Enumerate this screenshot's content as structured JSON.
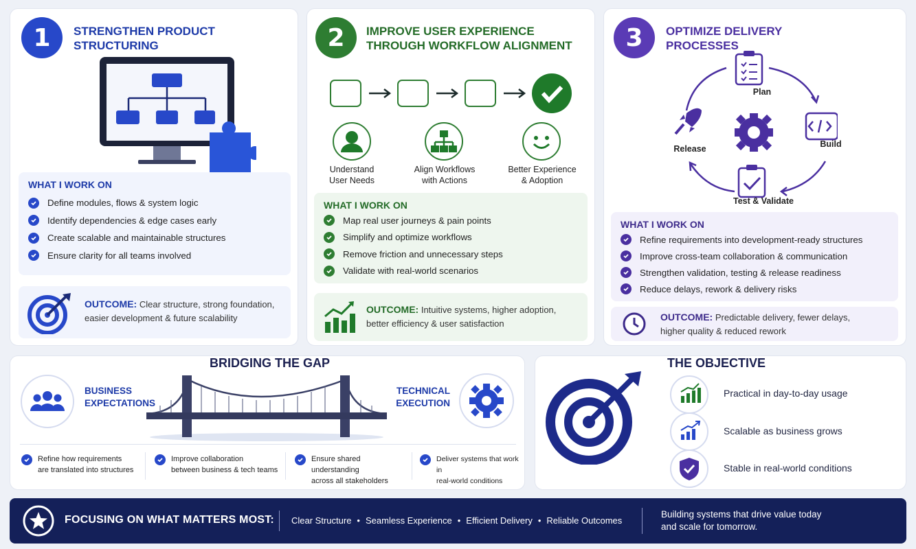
{
  "colors": {
    "blue": "#2748c9",
    "green": "#2e7d32",
    "purple": "#5a3bb5",
    "navy": "#142059"
  },
  "card1": {
    "number": "1",
    "title": "STRENGTHEN PRODUCT\nSTRUCTURING",
    "work_heading": "WHAT I WORK ON",
    "items": [
      "Define modules, flows & system logic",
      "Identify dependencies & edge cases early",
      "Create scalable and maintainable structures",
      "Ensure clarity for all teams involved"
    ],
    "outcome_label": "OUTCOME:",
    "outcome_text": "Clear structure, strong foundation, easier development & future scalability",
    "icons": [
      "monitor-icon",
      "flowchart-icon",
      "puzzle-icon",
      "target-icon"
    ]
  },
  "card2": {
    "number": "2",
    "title": "IMPROVE USER EXPERIENCE\nTHROUGH WORKFLOW ALIGNMENT",
    "steps": [
      "Understand\nUser Needs",
      "Align Workflows\nwith Actions",
      "Better Experience\n& Adoption"
    ],
    "work_heading": "WHAT I WORK ON",
    "items": [
      "Map real user journeys & pain points",
      "Simplify and optimize workflows",
      "Remove friction and unnecessary steps",
      "Validate with real-world scenarios"
    ],
    "outcome_label": "OUTCOME:",
    "outcome_text": "Intuitive systems, higher adoption, better efficiency & user satisfaction",
    "icons": [
      "user-icon",
      "hierarchy-icon",
      "smile-icon",
      "growth-chart-icon"
    ]
  },
  "card3": {
    "number": "3",
    "title": "OPTIMIZE DELIVERY\nPROCESSES",
    "cycle": {
      "plan": "Plan",
      "build": "Build",
      "test": "Test & Validate",
      "release": "Release"
    },
    "work_heading": "WHAT I WORK ON",
    "items": [
      "Refine requirements into development-ready structures",
      "Improve cross-team collaboration & communication",
      "Strengthen validation, testing & release readiness",
      "Reduce delays, rework & delivery risks"
    ],
    "outcome_label": "OUTCOME:",
    "outcome_text": "Predictable delivery, fewer delays, higher quality & reduced rework",
    "icons": [
      "clipboard-icon",
      "code-icon",
      "rocket-icon",
      "gear-icon",
      "clock-icon"
    ]
  },
  "bridge": {
    "title": "BRIDGING THE GAP",
    "left": "BUSINESS\nEXPECTATIONS",
    "right": "TECHNICAL\nEXECUTION",
    "points": [
      "Refine how requirements\nare translated into structures",
      "Improve collaboration\nbetween business & tech teams",
      "Ensure shared understanding\nacross all stakeholders",
      "Deliver systems that work in\nreal-world conditions"
    ],
    "icons": [
      "people-icon",
      "bridge-icon",
      "gear-icon"
    ]
  },
  "objective": {
    "title": "THE OBJECTIVE",
    "items": [
      "Practical in day-to-day usage",
      "Scalable as business grows",
      "Stable in real-world conditions"
    ],
    "icons": [
      "target-icon",
      "bar-chart-icon",
      "trend-chart-icon",
      "shield-check-icon"
    ]
  },
  "footer": {
    "heading": "FOCUSING ON WHAT MATTERS MOST:",
    "points": [
      "Clear Structure",
      "Seamless Experience",
      "Efficient Delivery",
      "Reliable Outcomes"
    ],
    "tagline": "Building systems that drive value today\nand scale for tomorrow.",
    "icons": [
      "star-icon"
    ]
  }
}
